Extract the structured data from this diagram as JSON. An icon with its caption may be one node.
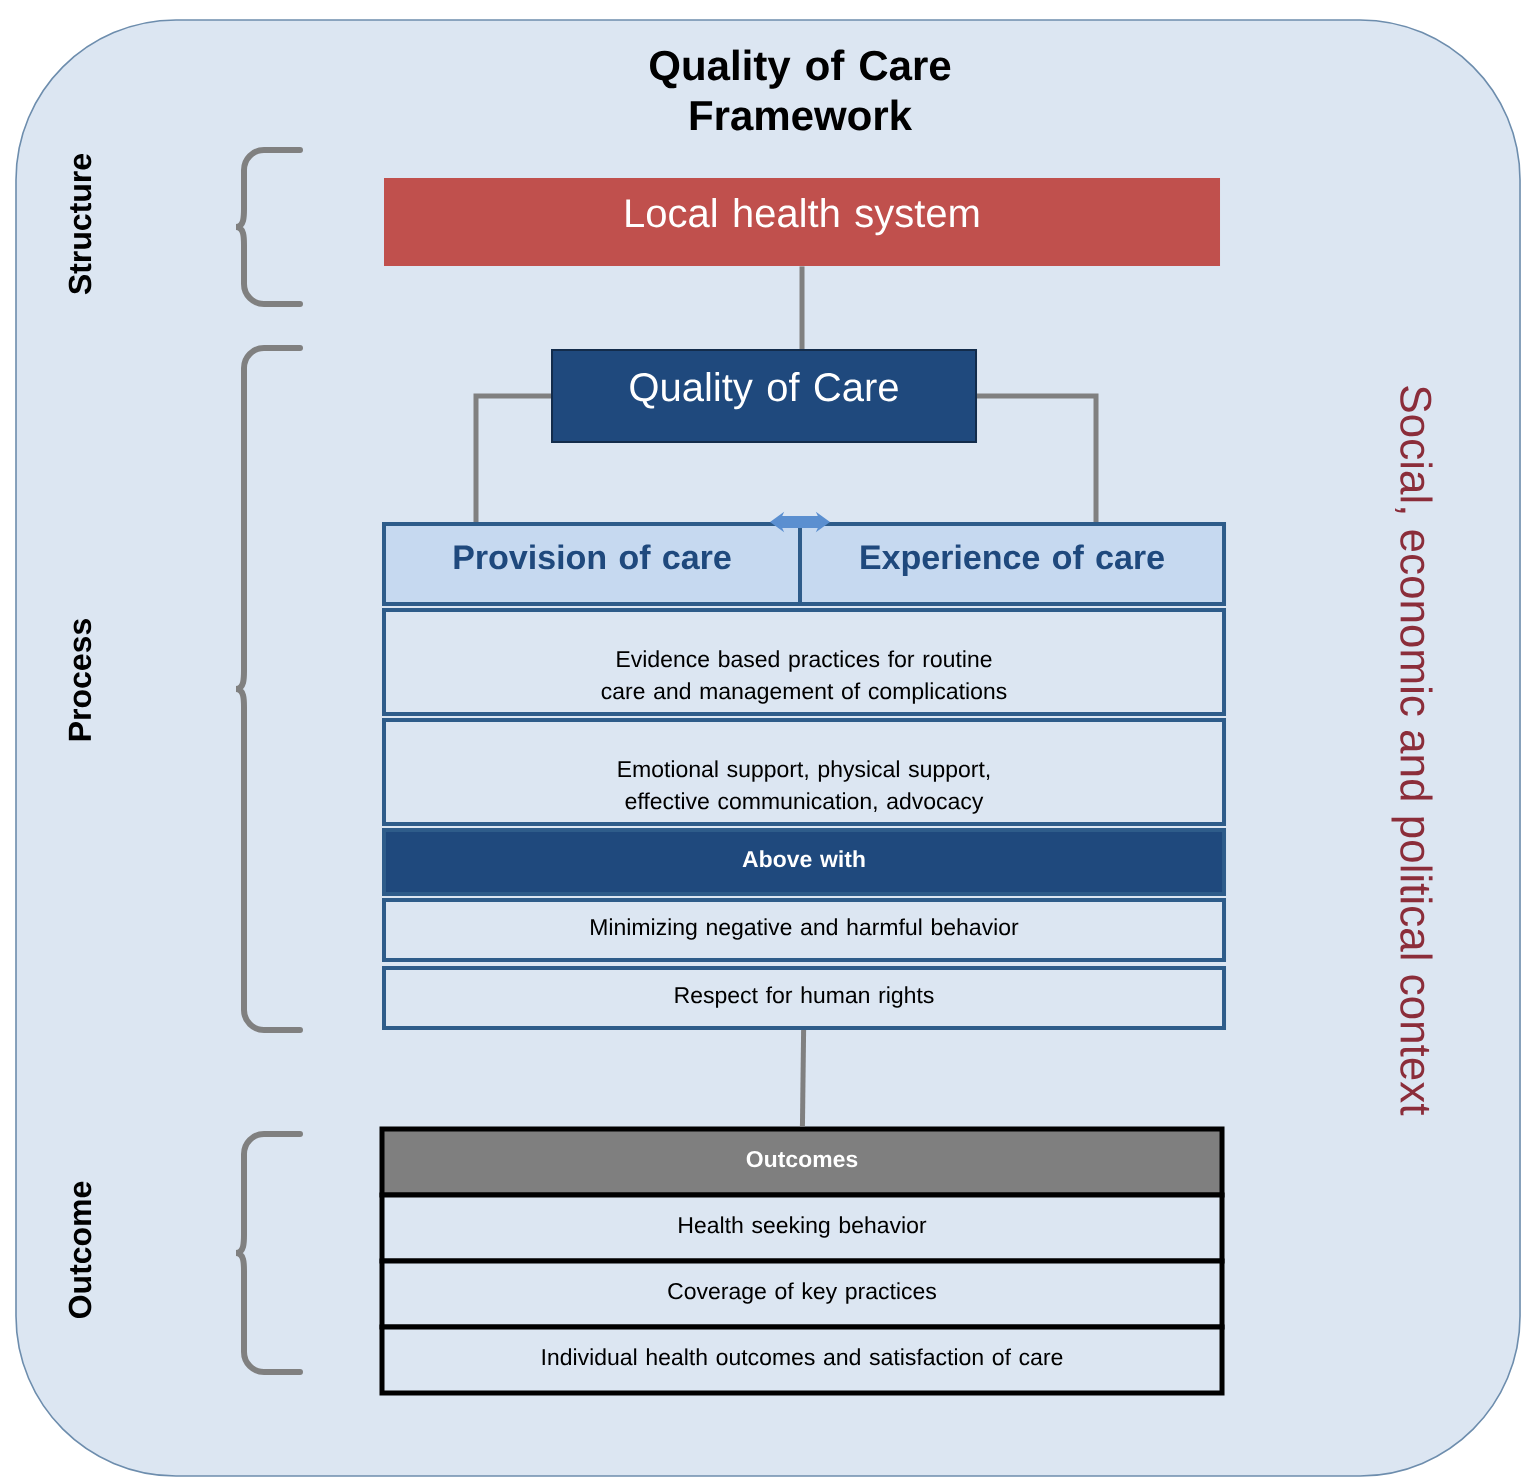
{
  "diagram": {
    "title": "Quality of Care Framework",
    "nodes": [
      {
        "text": [
          "Local health system"
        ]
      },
      {
        "text": [
          "Quality of Care"
        ]
      },
      {
        "text": [
          "Provision of care"
        ]
      },
      {
        "text": [
          "Experience of care"
        ]
      },
      {
        "text": [
          "Evidence based practices for routine care and management of complications"
        ]
      },
      {
        "text": [
          "Emotional support, physical support, effective communication, advocacy"
        ]
      },
      {
        "text": [
          "Above with"
        ]
      },
      {
        "text": [
          "Minimizing negative and harmful behavior"
        ]
      },
      {
        "text": [
          "Respect for human rights"
        ]
      },
      {
        "text": [
          "Outcomes"
        ]
      },
      {
        "text": [
          "Health seeking behavior"
        ]
      },
      {
        "text": [
          "Coverage of key practices"
        ]
      },
      {
        "text": [
          "Individual health outcomes and satisfaction of care"
        ]
      }
    ],
    "edges": [
      {
        "from": 0,
        "to": 1,
        "arrow": "none"
      },
      {
        "from": 1,
        "to": 2,
        "arrow": "none"
      },
      {
        "from": 1,
        "to": 3,
        "arrow": "none"
      },
      {
        "from": 2,
        "to": 3,
        "arrow": "both",
        "style": "thick",
        "color": "#5b8fd0"
      },
      {
        "from": 8,
        "to": 9,
        "arrow": "none"
      }
    ],
    "labels": [
      "Structure",
      "Process",
      "Outcome",
      "Social, economic and political context"
    ]
  }
}
